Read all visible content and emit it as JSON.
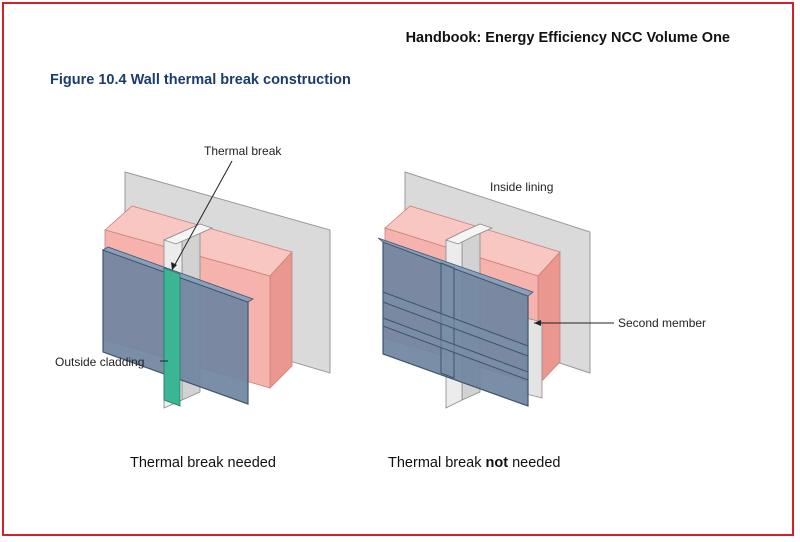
{
  "header": {
    "title": "Handbook: Energy Efficiency NCC Volume One"
  },
  "figure": {
    "title": "Figure 10.4 Wall thermal break construction"
  },
  "left_panel": {
    "label_thermal_break": "Thermal break",
    "label_outside_cladding": "Outside cladding",
    "caption": "Thermal break needed"
  },
  "right_panel": {
    "label_inside_lining": "Inside lining",
    "label_second_member": "Second member",
    "caption_prefix": "Thermal break ",
    "caption_bold": "not",
    "caption_suffix": " needed"
  },
  "colors": {
    "border": "#d0202a",
    "title_blue": "#1a3c6e",
    "lining": "#dadada",
    "insulation": "#f6b3ad",
    "cladding": "#6f86a0",
    "thermal_break": "#3bb596",
    "frame_member": "#e4e4e4"
  }
}
